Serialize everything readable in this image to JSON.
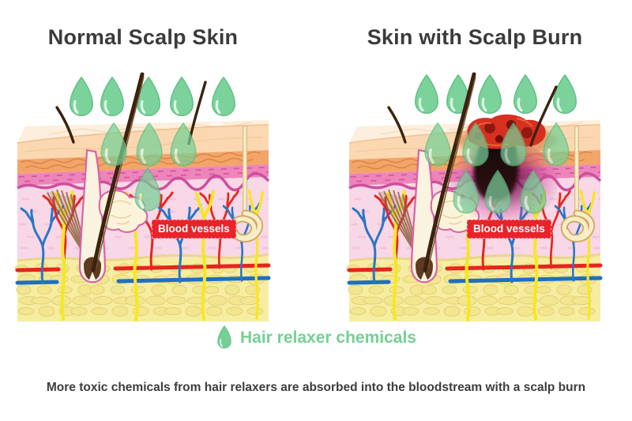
{
  "panels": [
    {
      "title": "Normal Scalp Skin",
      "vessel_label": "Blood vessels"
    },
    {
      "title": "Skin with Scalp Burn",
      "vessel_label": "Blood vessels"
    }
  ],
  "legend": {
    "icon": "droplet-icon",
    "label": "Hair relaxer chemicals"
  },
  "caption": "More toxic chemicals from hair relaxers are absorbed into the bloodstream with a scalp burn",
  "chemicals_droplets": {
    "normal": {
      "above_skin": 5,
      "absorbed": 4
    },
    "burn": {
      "above_skin": 5,
      "absorbed": 7
    }
  },
  "colors": {
    "droplet_green": "#76d096",
    "legend_green": "#74d094",
    "label_red": "#e8232a",
    "title_text": "#3b3b3b"
  }
}
